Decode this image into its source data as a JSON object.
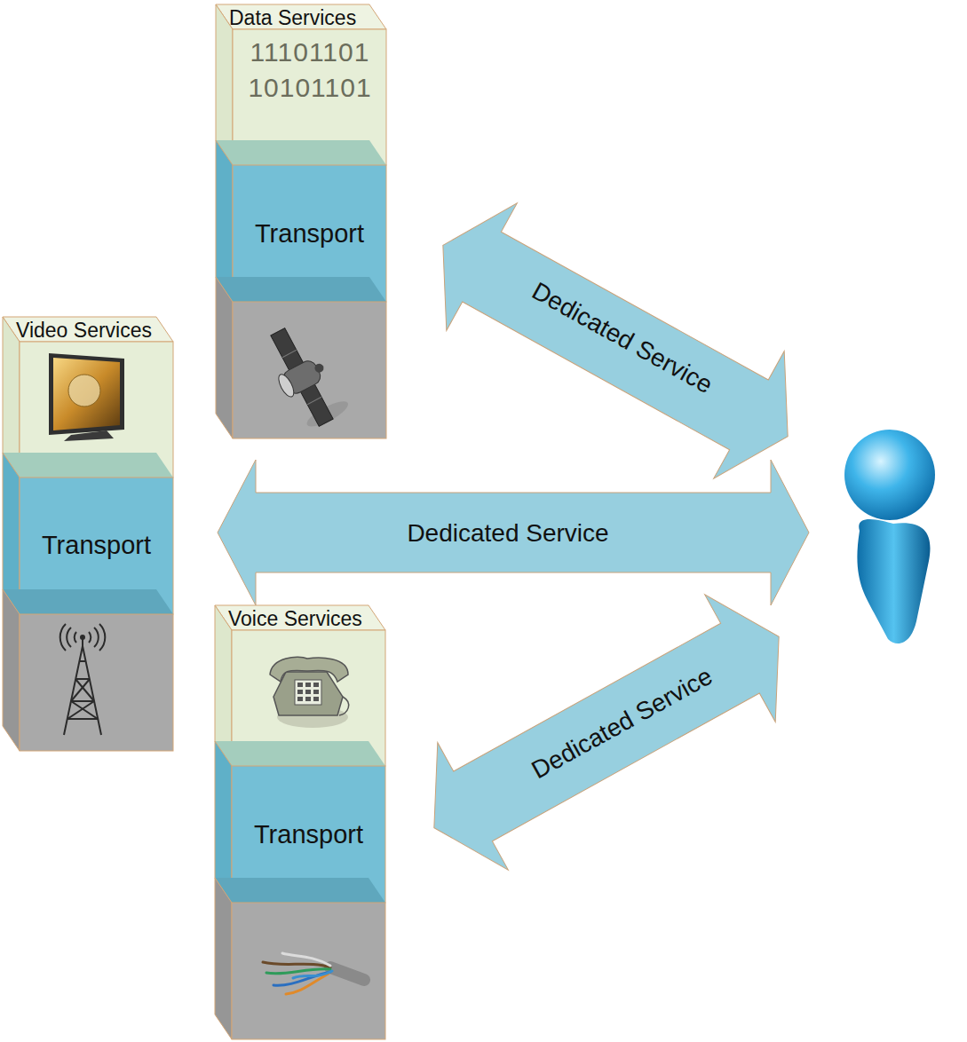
{
  "diagram": {
    "nodes": [
      {
        "text": [
          "Data Services",
          "11101101 10101101"
        ]
      },
      {
        "text": [
          "Transport"
        ]
      },
      {
        "text": [
          "Video Services"
        ]
      },
      {
        "text": [
          "Transport"
        ]
      },
      {
        "text": [
          "Voice Services"
        ]
      },
      {
        "text": [
          "Transport"
        ]
      }
    ],
    "labels": [
      "Dedicated Service",
      "Dedicated Service",
      "Dedicated Service"
    ]
  }
}
